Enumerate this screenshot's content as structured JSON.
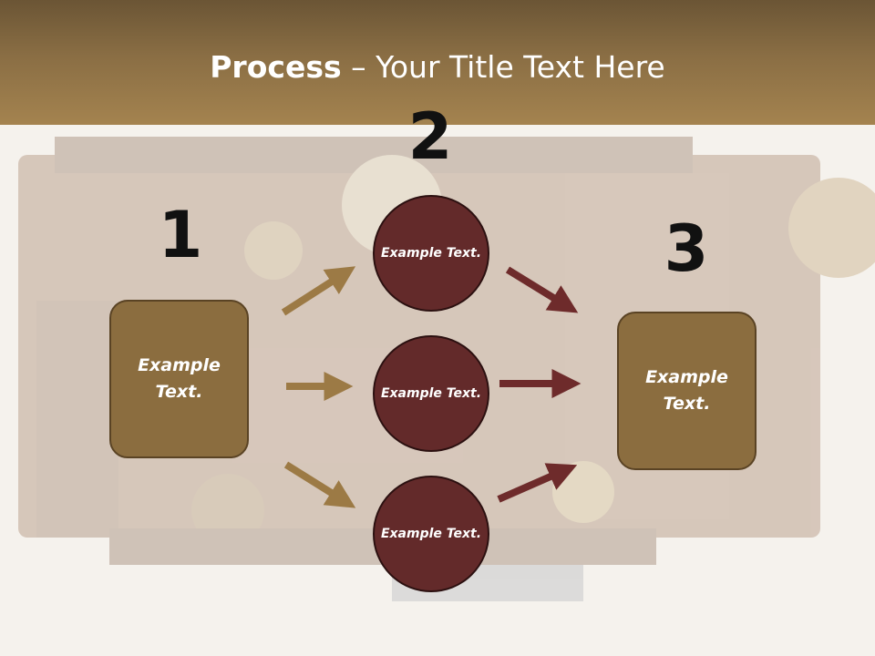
{
  "slide": {
    "title_bold": "Process",
    "title_rest": " – Your Title Text Here"
  },
  "steps": {
    "num1": "1",
    "num2": "2",
    "num3": "3"
  },
  "boxes": {
    "left": "Example Text.",
    "right": "Example Text."
  },
  "circles": {
    "top": "Example Text.",
    "middle": "Example Text.",
    "bottom": "Example Text."
  },
  "colors": {
    "title_band": "#8a6e44",
    "box_fill": "#8b6d3f",
    "circle_fill": "#632a2a",
    "arrow_gold": "#9c7a45",
    "arrow_maroon": "#6e2b2b"
  }
}
